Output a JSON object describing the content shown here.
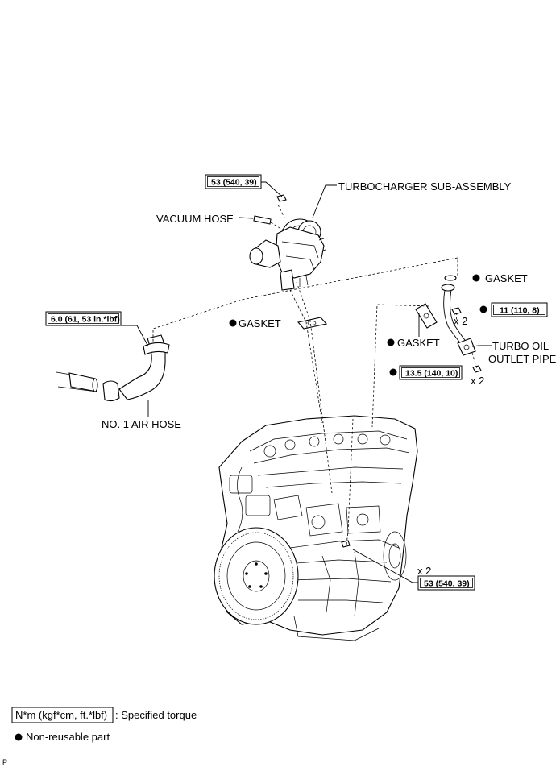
{
  "labels": {
    "turbocharger": "TURBOCHARGER SUB-ASSEMBLY",
    "vacuum_hose": "VACUUM HOSE",
    "gasket_top_right": "GASKET",
    "gasket_center": "GASKET",
    "gasket_right": "GASKET",
    "turbo_oil_outlet_pipe_line1": "TURBO OIL",
    "turbo_oil_outlet_pipe_line2": "OUTLET PIPE",
    "no1_air_hose": "NO. 1 AIR HOSE",
    "qty_x2_upper": "x 2",
    "qty_x2_middle": "x 2",
    "qty_x2_lower": "x 2"
  },
  "torque": {
    "turbo_nut": "53 (540, 39)",
    "air_hose_clamp": "6.0 (61, 53 in.*lbf)",
    "pipe_bolt": "11 (110, 8)",
    "pipe_nut": "13.5 (140, 10)",
    "engine_bolt": "53 (540, 39)"
  },
  "legend": {
    "torque_unit": "N*m (kgf*cm, ft.*lbf)",
    "torque_desc": ": Specified torque",
    "non_reusable": "Non-reusable part"
  },
  "corner_mark": "P"
}
